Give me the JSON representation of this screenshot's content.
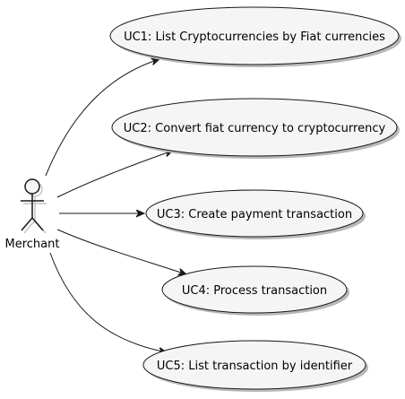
{
  "diagram": {
    "type": "use-case",
    "actor": {
      "name": "Merchant"
    },
    "use_cases": [
      {
        "id": "uc1",
        "label": "UC1: List Cryptocurrencies by Fiat currencies"
      },
      {
        "id": "uc2",
        "label": "UC2: Convert fiat currency to cryptocurrency"
      },
      {
        "id": "uc3",
        "label": "UC3: Create payment transaction"
      },
      {
        "id": "uc4",
        "label": "UC4: Process transaction"
      },
      {
        "id": "uc5",
        "label": "UC5: List transaction by identifier"
      }
    ],
    "associations": [
      {
        "from": "Merchant",
        "to": "uc1"
      },
      {
        "from": "Merchant",
        "to": "uc2"
      },
      {
        "from": "Merchant",
        "to": "uc3"
      },
      {
        "from": "Merchant",
        "to": "uc4"
      },
      {
        "from": "Merchant",
        "to": "uc5"
      }
    ]
  }
}
